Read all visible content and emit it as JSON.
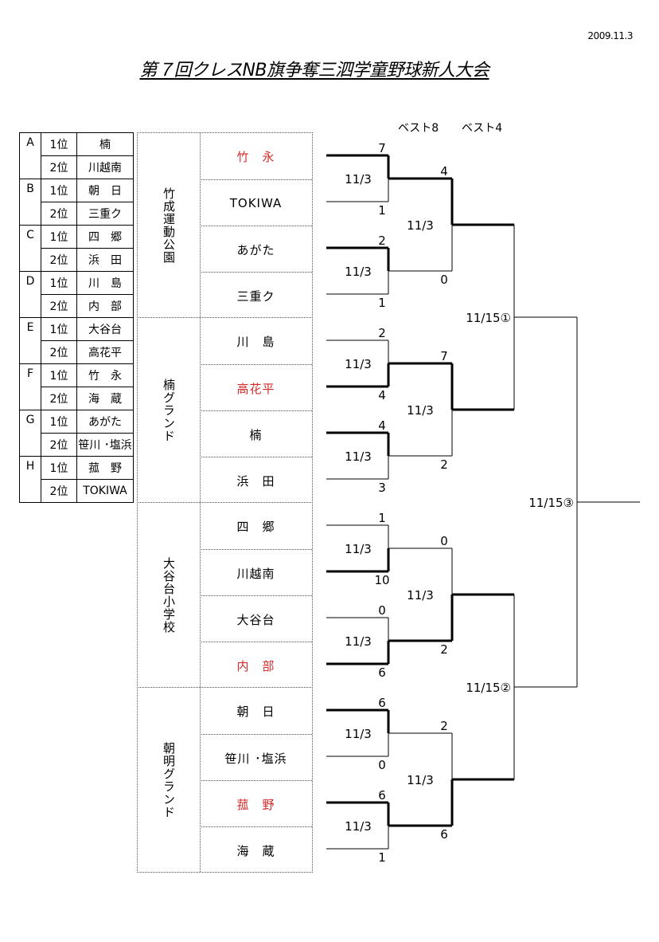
{
  "date": "2009.11.3",
  "title": "第７回クレスNB旗争奪三泗学童野球新人大会",
  "headers": {
    "best8": "ベスト8",
    "best4": "ベスト4"
  },
  "groups": [
    {
      "group": "A",
      "rows": [
        {
          "rank": "1位",
          "team": "楠"
        },
        {
          "rank": "2位",
          "team": "川越南"
        }
      ]
    },
    {
      "group": "B",
      "rows": [
        {
          "rank": "1位",
          "team": "朝　日"
        },
        {
          "rank": "2位",
          "team": "三重ク"
        }
      ]
    },
    {
      "group": "C",
      "rows": [
        {
          "rank": "1位",
          "team": "四　郷"
        },
        {
          "rank": "2位",
          "team": "浜　田"
        }
      ]
    },
    {
      "group": "D",
      "rows": [
        {
          "rank": "1位",
          "team": "川　島"
        },
        {
          "rank": "2位",
          "team": "内　部"
        }
      ]
    },
    {
      "group": "E",
      "rows": [
        {
          "rank": "1位",
          "team": "大谷台"
        },
        {
          "rank": "2位",
          "team": "高花平"
        }
      ]
    },
    {
      "group": "F",
      "rows": [
        {
          "rank": "1位",
          "team": "竹　永"
        },
        {
          "rank": "2位",
          "team": "海　蔵"
        }
      ]
    },
    {
      "group": "G",
      "rows": [
        {
          "rank": "1位",
          "team": "あがた"
        },
        {
          "rank": "2位",
          "team": "笹川 ･塩浜"
        }
      ]
    },
    {
      "group": "H",
      "rows": [
        {
          "rank": "1位",
          "team": "菰　野"
        },
        {
          "rank": "2位",
          "team": "TOKIWA"
        }
      ]
    }
  ],
  "venues": [
    {
      "name": "竹成運動公園",
      "teams": [
        "竹　永",
        "TOKIWA",
        "あがた",
        "三重ク"
      ]
    },
    {
      "name": "楠グランド",
      "teams": [
        "川　島",
        "高花平",
        "楠",
        "浜　田"
      ]
    },
    {
      "name": "大谷台小学校",
      "teams": [
        "四　郷",
        "川越南",
        "大谷台",
        "内　部"
      ]
    },
    {
      "name": "朝明グランド",
      "teams": [
        "朝　日",
        "笹川 ･塩浜",
        "菰　野",
        "海　蔵"
      ]
    }
  ],
  "highlight_color": "#d42a2a",
  "highlighted_teams": [
    "竹　永",
    "高花平",
    "内　部",
    "菰　野"
  ],
  "bracket": {
    "round1": [
      {
        "date": "11/3",
        "top_score": "7",
        "bottom_score": "1",
        "winner": "top"
      },
      {
        "date": "11/3",
        "top_score": "2",
        "bottom_score": "1",
        "winner": "top"
      },
      {
        "date": "11/3",
        "top_score": "2",
        "bottom_score": "4",
        "winner": "bottom"
      },
      {
        "date": "11/3",
        "top_score": "4",
        "bottom_score": "3",
        "winner": "top"
      },
      {
        "date": "11/3",
        "top_score": "1",
        "bottom_score": "10",
        "winner": "bottom"
      },
      {
        "date": "11/3",
        "top_score": "0",
        "bottom_score": "6",
        "winner": "bottom"
      },
      {
        "date": "11/3",
        "top_score": "6",
        "bottom_score": "0",
        "winner": "top"
      },
      {
        "date": "11/3",
        "top_score": "6",
        "bottom_score": "1",
        "winner": "top"
      }
    ],
    "round2": [
      {
        "date": "11/3",
        "top_score": "4",
        "bottom_score": "0",
        "winner": "top"
      },
      {
        "date": "11/3",
        "top_score": "7",
        "bottom_score": "2",
        "winner": "top"
      },
      {
        "date": "11/3",
        "top_score": "0",
        "bottom_score": "2",
        "winner": "bottom"
      },
      {
        "date": "11/3",
        "top_score": "2",
        "bottom_score": "6",
        "winner": "bottom"
      }
    ],
    "round3": [
      {
        "date": "11/15①"
      },
      {
        "date": "11/15②"
      }
    ],
    "final": {
      "date": "11/15③"
    }
  }
}
